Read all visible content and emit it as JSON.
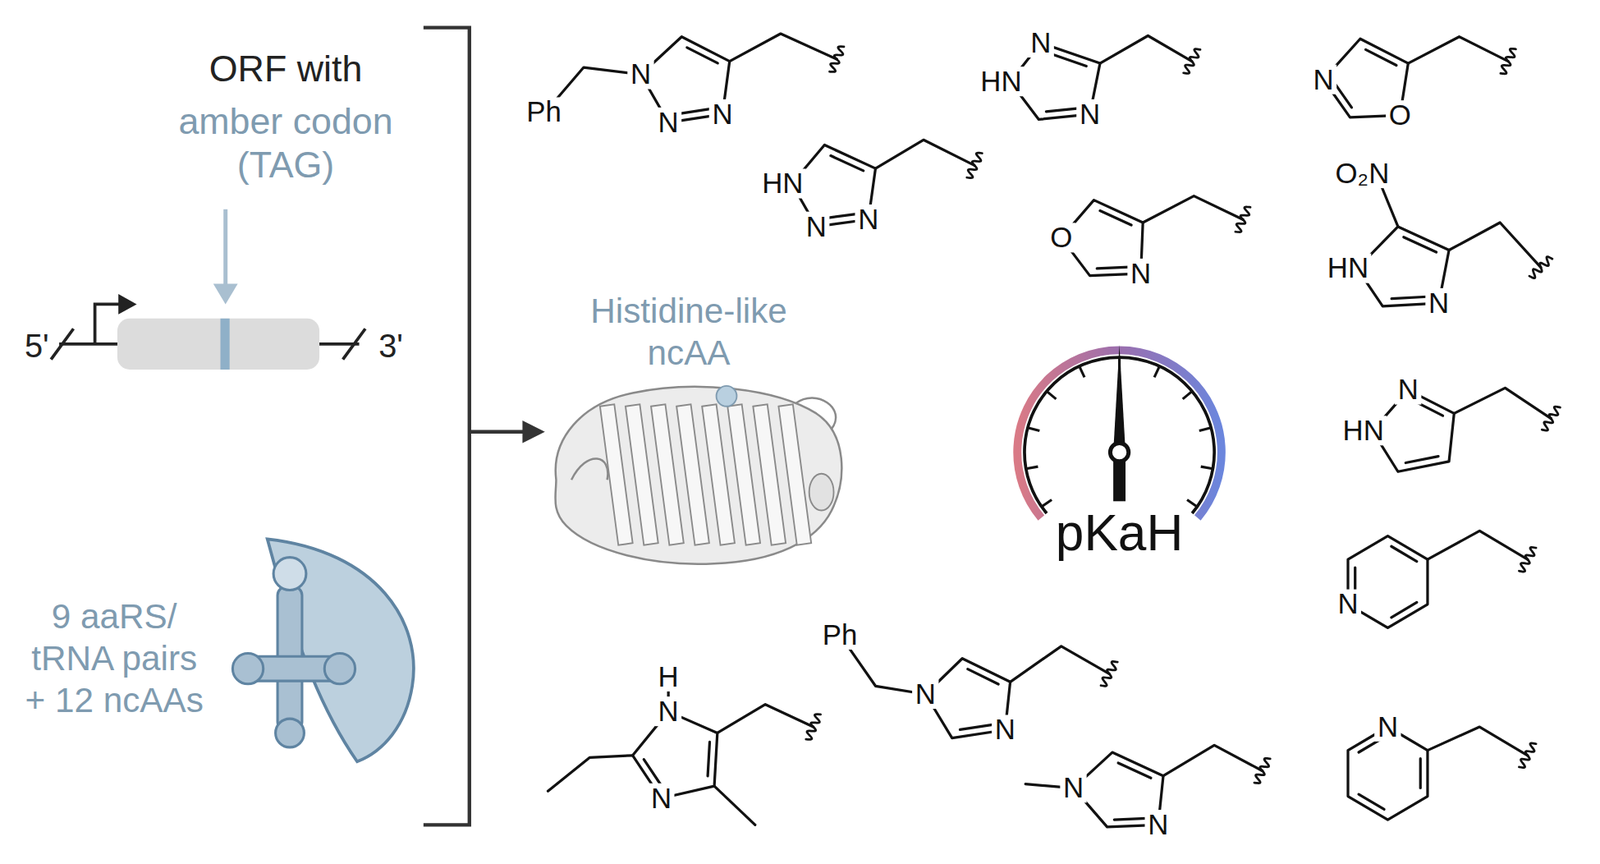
{
  "diagram": {
    "labels": [
      "ORF with",
      "amber codon (TAG)",
      "5'",
      "3'",
      "9 aaRS/ tRNA pairs + 12 ncAAs",
      "Histidine-like ncAA",
      "pKaH",
      "Ph",
      "N",
      "N",
      "N",
      "N",
      "HN",
      "N",
      "N",
      "O",
      "HN",
      "N",
      "N",
      "O",
      "N",
      "O₂N",
      "HN",
      "N",
      "N",
      "HN",
      "N",
      "N",
      "H",
      "N",
      "N",
      "Ph",
      "N",
      "N",
      "N",
      "N"
    ]
  }
}
